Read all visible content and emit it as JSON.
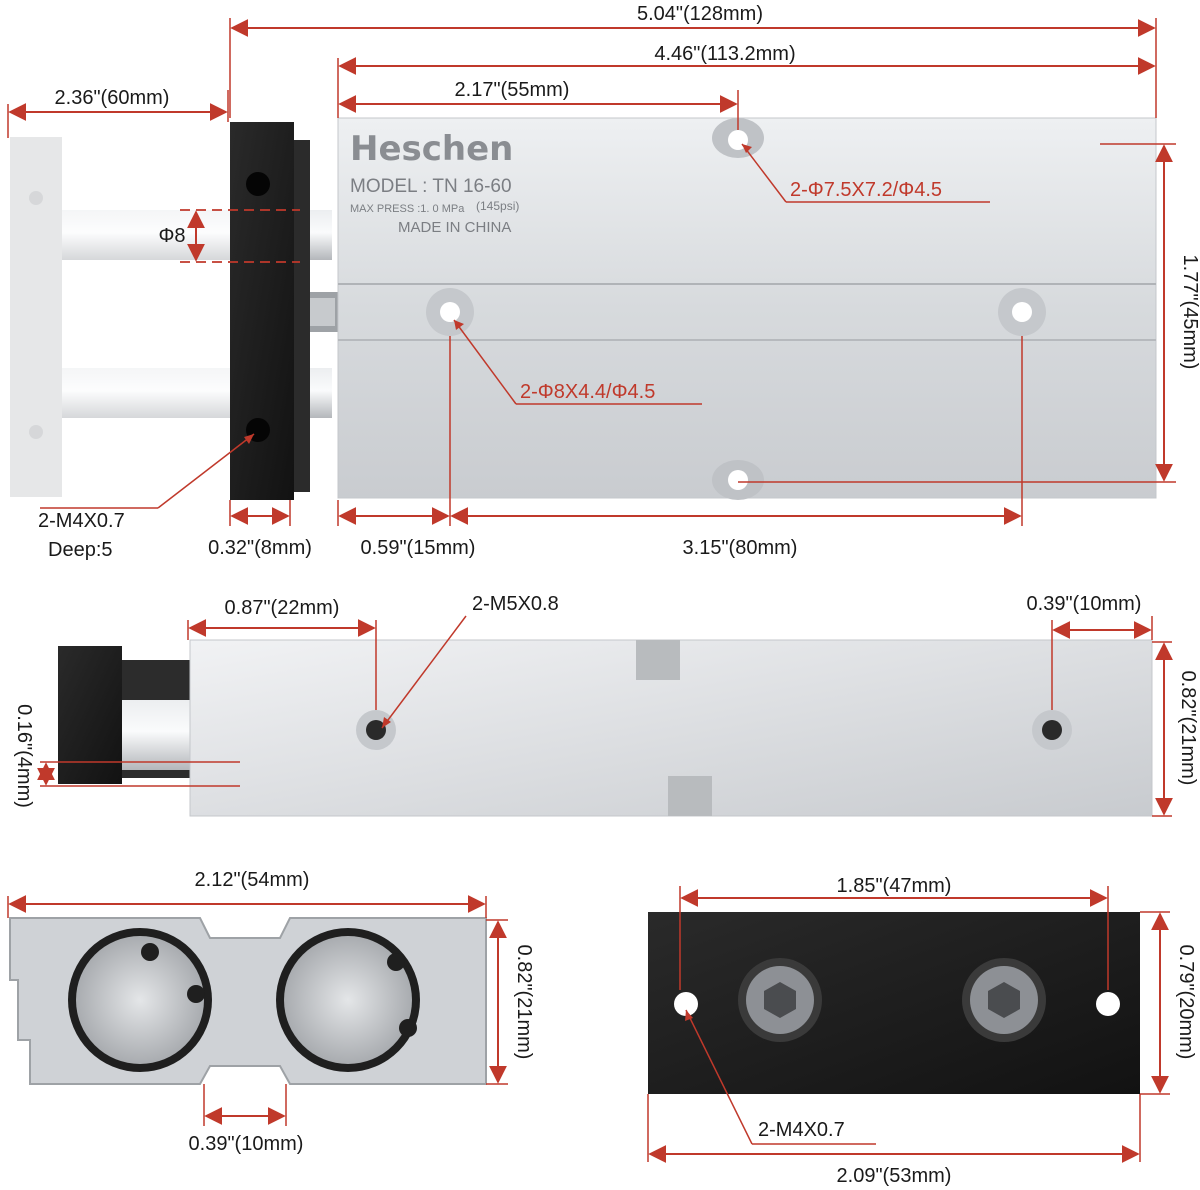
{
  "nameplate": {
    "brand": "Heschen",
    "model": "MODEL :    TN  16-60",
    "max_press": "MAX  PRESS :1. 0  MPa",
    "psi": "(145psi)",
    "origin": "MADE IN CHINA"
  },
  "dimensions": {
    "overall_length": "5.04\"(128mm)",
    "body_length": "4.46\"(113.2mm)",
    "hole_offset": "2.17\"(55mm)",
    "stroke": "2.36\"(60mm)",
    "rod_dia": "Φ8",
    "body_height": "1.77\"(45mm)",
    "plate_thickness": "0.32\"(8mm)",
    "edge_to_hole": "0.59\"(15mm)",
    "hole_pitch": "3.15\"(80mm)",
    "side_port_offset": "0.87\"(22mm)",
    "side_port_end": "0.39\"(10mm)",
    "side_height": "0.82\"(21mm)",
    "side_rod_offset": "0.16\"(4mm)",
    "end_width": "2.12\"(54mm)",
    "end_height": "0.82\"(21mm)",
    "end_slot": "0.39\"(10mm)",
    "plate_hole_pitch": "1.85\"(47mm)",
    "plate_height": "0.79\"(20mm)",
    "plate_width": "2.09\"(53mm)"
  },
  "callouts": {
    "top_mount_holes": "2-Φ7.5X7.2/Φ4.5",
    "bottom_mount_holes": "2-Φ8X4.4/Φ4.5",
    "plate_thread": "2-M4X0.7",
    "plate_thread_depth": "Deep:5",
    "ports": "2-M5X0.8",
    "end_plate_thread": "2-M4X0.7"
  },
  "colors": {
    "dimension_red": "#c0392b",
    "aluminum": "#d9dcdf",
    "black_plate": "#1c1c1c"
  }
}
